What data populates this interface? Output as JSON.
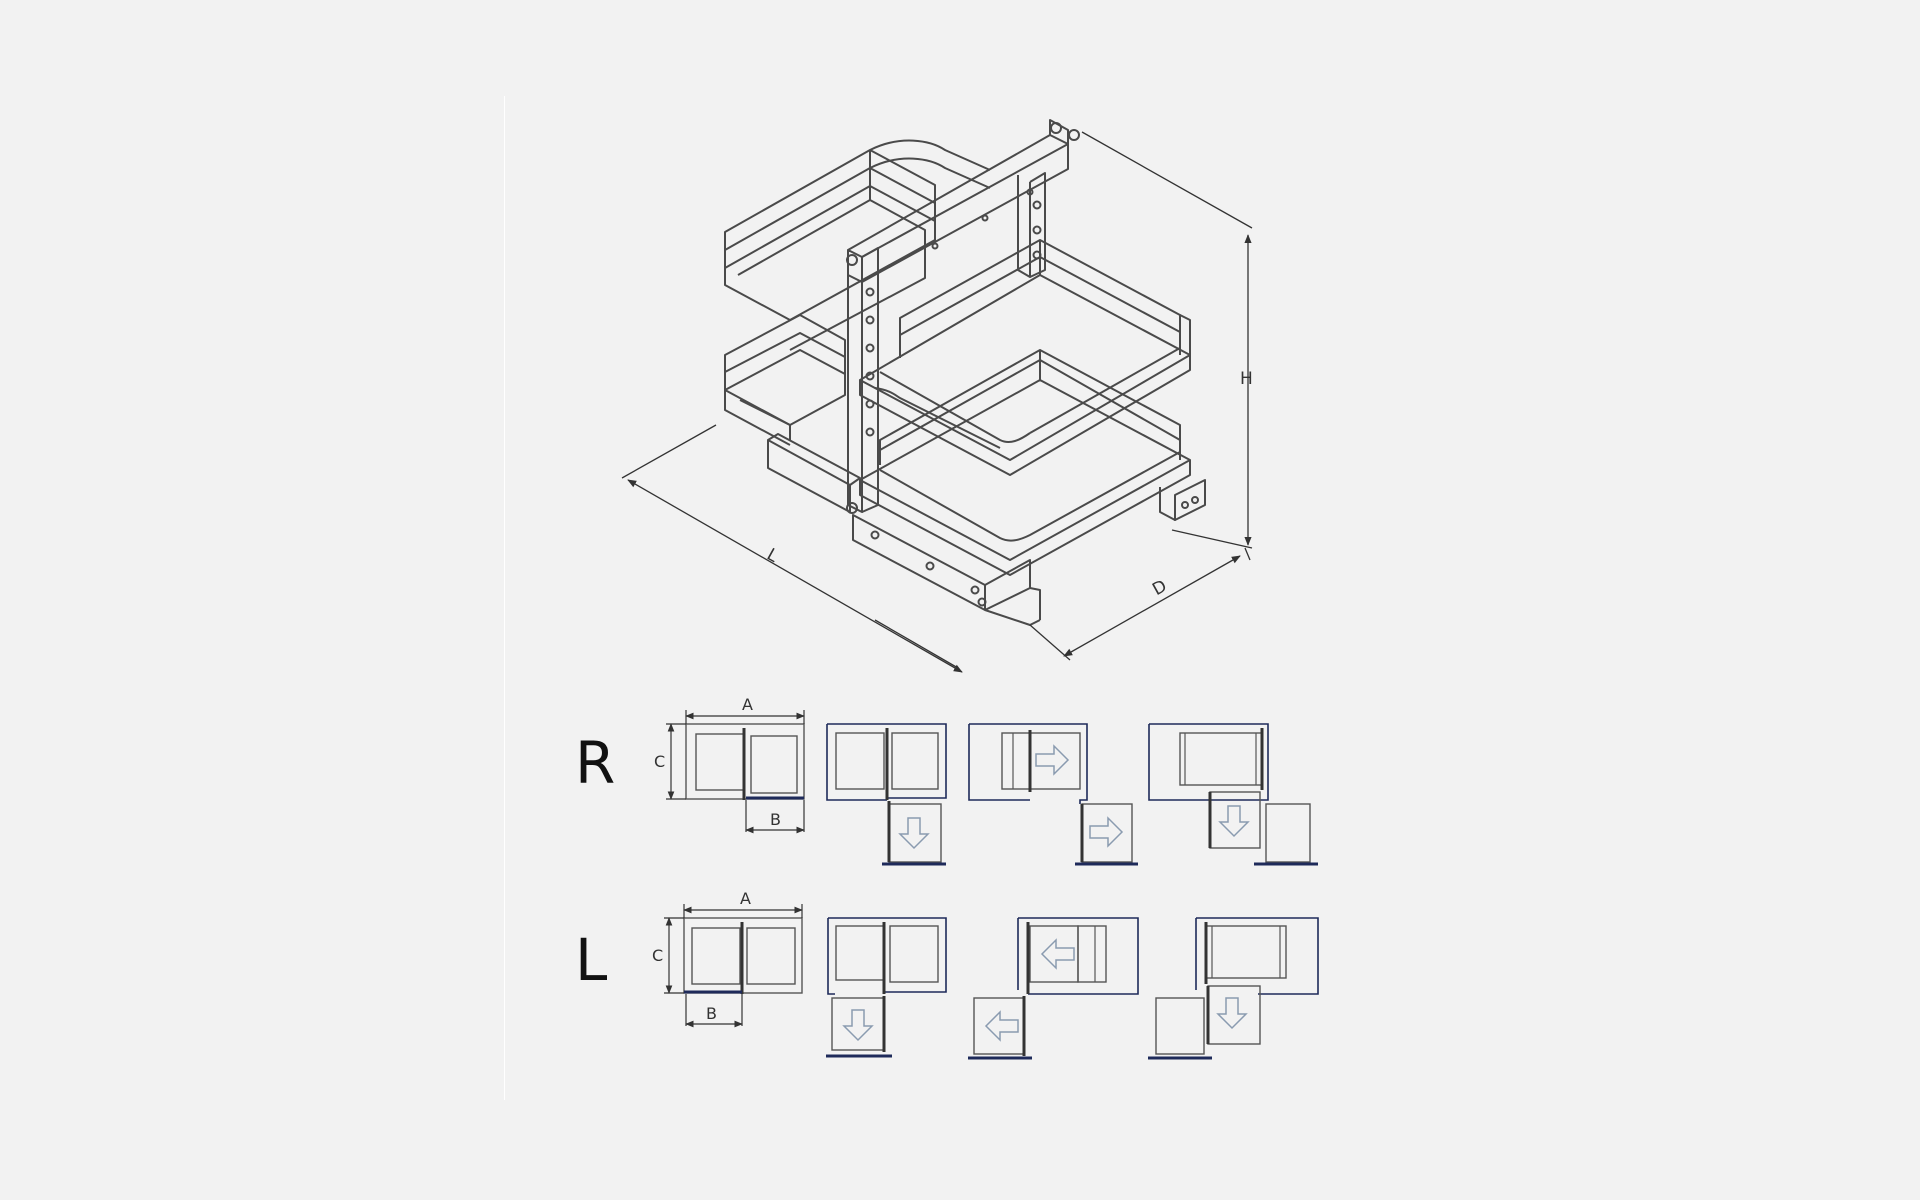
{
  "isometric": {
    "height_label": "H",
    "length_label": "L",
    "depth_label": "D"
  },
  "rows": [
    {
      "label": "R",
      "dim_a": "A",
      "dim_b": "B",
      "dim_c": "C"
    },
    {
      "label": "L",
      "dim_a": "A",
      "dim_b": "B",
      "dim_c": "C"
    }
  ],
  "colors": {
    "line": "#4a4a4a",
    "outline": "#1e2a5a",
    "arrow": "#8a9bb0",
    "background": "#f2f2f2"
  },
  "icons": [
    "arrow-right-icon",
    "arrow-left-icon",
    "arrow-down-icon"
  ]
}
